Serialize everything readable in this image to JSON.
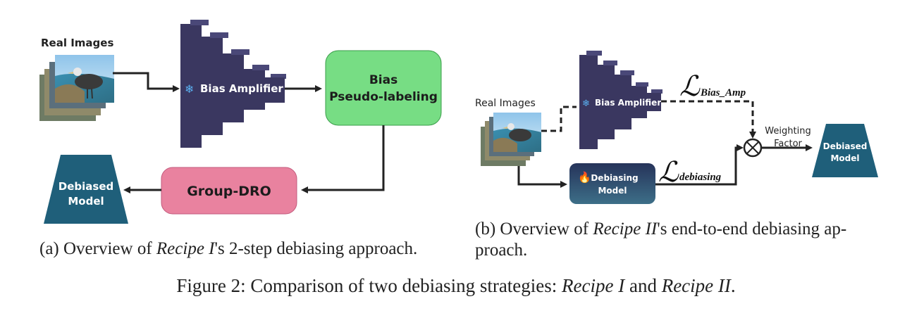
{
  "panel_a": {
    "real_images_label": "Real Images",
    "bias_amplifier_label": "Bias Amplifier",
    "pseudo_label_line1": "Bias",
    "pseudo_label_line2": "Pseudo-labeling",
    "group_dro_label": "Group-DRO",
    "debiased_line1": "Debiased",
    "debiased_line2": "Model",
    "caption_prefix": "(a) Overview of ",
    "caption_recipe": "Recipe I",
    "caption_suffix": "'s 2-step debiasing approach."
  },
  "panel_b": {
    "real_images_label": "Real Images",
    "bias_amplifier_label": "Bias Amplifier",
    "loss_bias_symbol": "ℒ",
    "loss_bias_subscript": "Bias_Amp",
    "loss_debias_symbol": "ℒ",
    "loss_debias_subscript": "debiasing",
    "weighting_line1": "Weighting",
    "weighting_line2": "Factor",
    "debiasing_line1": "Debiasing",
    "debiasing_line2": "Model",
    "debiased_line1": "Debiased",
    "debiased_line2": "Model",
    "caption_line1_prefix": "(b) Overview of ",
    "caption_recipe": "Recipe II",
    "caption_line1_suffix": "'s end-to-end debiasing ap-",
    "caption_line2": "proach."
  },
  "figure_caption": {
    "prefix": "Figure 2: Comparison of two debiasing strategies: ",
    "recipe1": "Recipe I",
    "middle": " and ",
    "recipe2": "Recipe II",
    "suffix": "."
  },
  "colors": {
    "amplifier": "#3a3760",
    "pseudo_box": "#77dd84",
    "group_dro_box": "#e9829f",
    "debiased_model": "#1f5f7a",
    "debiasing_model": "#2c3e63",
    "snowflake": "#5ab0f0"
  },
  "icons": [
    "snowflake-icon",
    "fire-icon",
    "multiply-circle-icon"
  ]
}
